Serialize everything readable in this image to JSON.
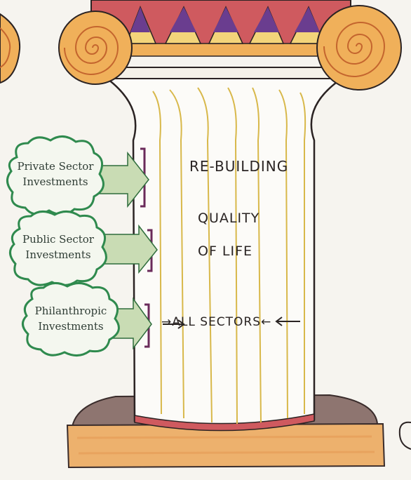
{
  "column": {
    "lines": [
      "RE-BUILDING",
      "QUALITY",
      "OF LIFE"
    ],
    "sectors": "→ALL SECTORS←"
  },
  "investments": [
    {
      "line1": "Private Sector",
      "line2": "Investments"
    },
    {
      "line1": "Public Sector",
      "line2": "Investments"
    },
    {
      "line1": "Philanthropic",
      "line2": "Investments"
    }
  ],
  "colors": {
    "paper": "#f6f4ef",
    "capital_red": "#cf5a5f",
    "capital_orange": "#f0b05a",
    "triangle_purple": "#6a3d8f",
    "triangle_yellow": "#f3d47a",
    "flute_yellow": "#d8b84a",
    "cloud_green": "#2f8a4e",
    "arrow_green": "#c9dcb4",
    "base_orange": "#edb16d",
    "plinth_brown": "#8e7570",
    "bracket_purple": "#6a2a5a"
  }
}
